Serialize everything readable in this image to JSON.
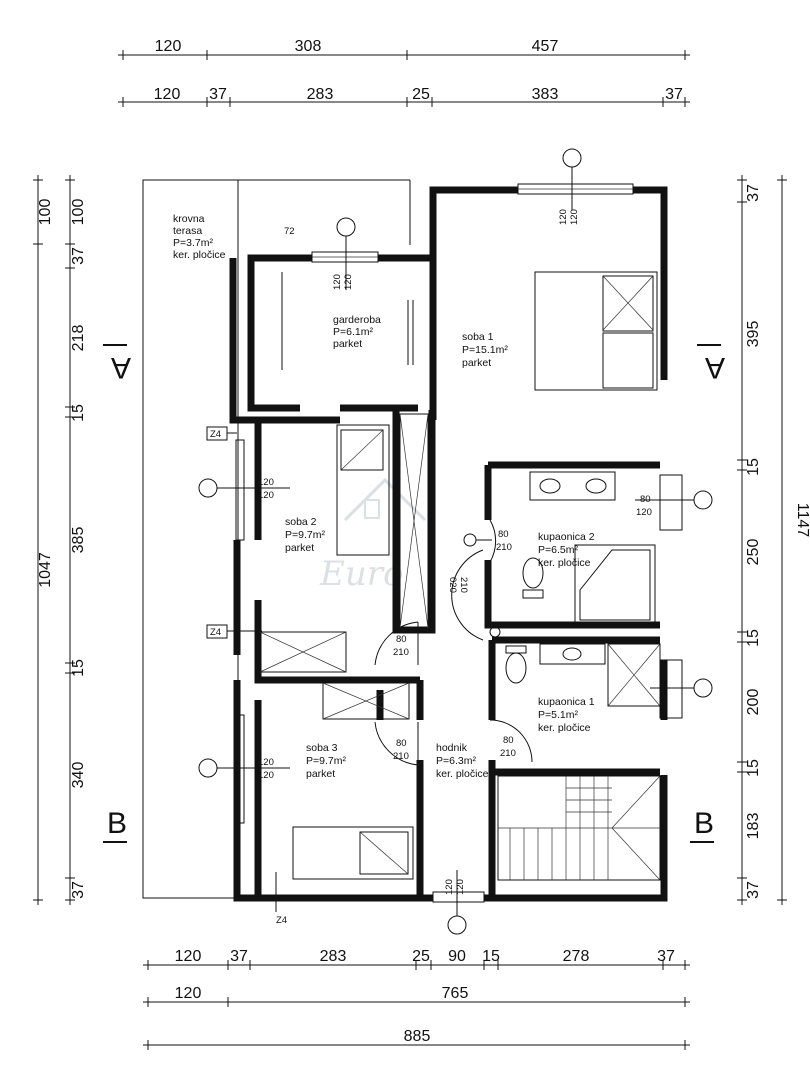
{
  "dimensions": {
    "top_row1": [
      "120",
      "308",
      "457"
    ],
    "top_row2": [
      "120",
      "37",
      "283",
      "25",
      "383",
      "37"
    ],
    "bottom_row1": [
      "120",
      "37",
      "283",
      "25",
      "90",
      "15",
      "278",
      "37"
    ],
    "bottom_row2": [
      "120",
      "765"
    ],
    "bottom_total": "885",
    "left_outer": [
      "100",
      "1047"
    ],
    "left_inner": [
      "100",
      "37",
      "218",
      "15",
      "385",
      "15",
      "340",
      "37"
    ],
    "right_inner": [
      "37",
      "395",
      "15",
      "250",
      "15",
      "200",
      "15",
      "183",
      "37"
    ],
    "right_outer": "1147"
  },
  "rooms": {
    "terrace": {
      "name": "krovna",
      "name2": "terasa",
      "area": "P=3.7m²",
      "floor": "ker. pločice"
    },
    "garderoba": {
      "name": "garderoba",
      "area": "P=6.1m²",
      "floor": "parket"
    },
    "soba1": {
      "name": "soba 1",
      "area": "P=15.1m²",
      "floor": "parket"
    },
    "soba2": {
      "name": "soba 2",
      "area": "P=9.7m²",
      "floor": "parket"
    },
    "kupaonica2": {
      "name": "kupaonica 2",
      "area": "P=6.5m²",
      "floor": "ker. pločice"
    },
    "kupaonica1": {
      "name": "kupaonica 1",
      "area": "P=5.1m²",
      "floor": "ker. pločice"
    },
    "soba3": {
      "name": "soba 3",
      "area": "P=9.7m²",
      "floor": "parket"
    },
    "hodnik": {
      "name": "hodnik",
      "area": "P=6.3m²",
      "floor": "ker. pločice"
    }
  },
  "openings": {
    "win_120": "120",
    "door_80": "80",
    "door_210": "210",
    "door_020": "020",
    "win_72": "72"
  },
  "markers": {
    "z4": "Z4",
    "section_a": "A",
    "section_b": "B"
  },
  "watermark": "Euro"
}
